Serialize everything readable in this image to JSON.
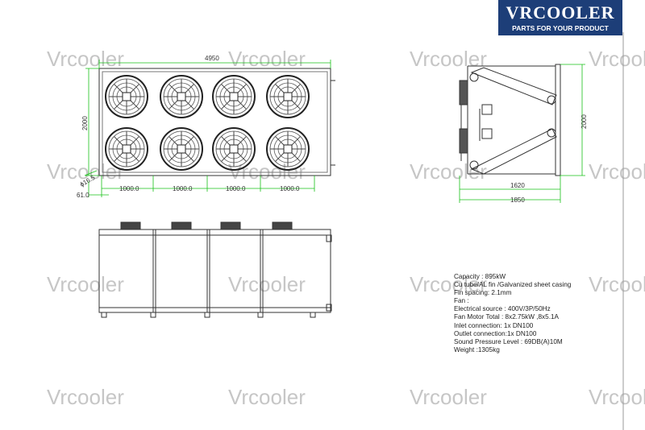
{
  "logo": {
    "brand": "VRCOOLER",
    "tagline": "PARTS FOR YOUR PRODUCT"
  },
  "watermark": "Vrcooler",
  "dimensions": {
    "length": "4950",
    "height": "2000",
    "hole": "ϕ16.5",
    "edge": "61.0",
    "pitch": "1000.0",
    "side_width": "1620",
    "side_total": "1850",
    "side_height": "2000"
  },
  "specs": [
    "Capacity : 895kW",
    "Cu tube/AL  fin /Galvanized sheet casing",
    "Fin spacing: 2.1mm",
    "Fan :",
    "Electrical source : 400V/3P/50Hz",
    "Fan Motor Total : 8x2.75kW ,8x5.1A",
    "Inlet connection: 1x DN100",
    "Outlet connection:1x DN100",
    "Sound Pressure Level : 69DB(A)10M",
    "Weight :1305kg"
  ],
  "colors": {
    "brand": "#1d3e78",
    "dimension": "#19c119"
  }
}
